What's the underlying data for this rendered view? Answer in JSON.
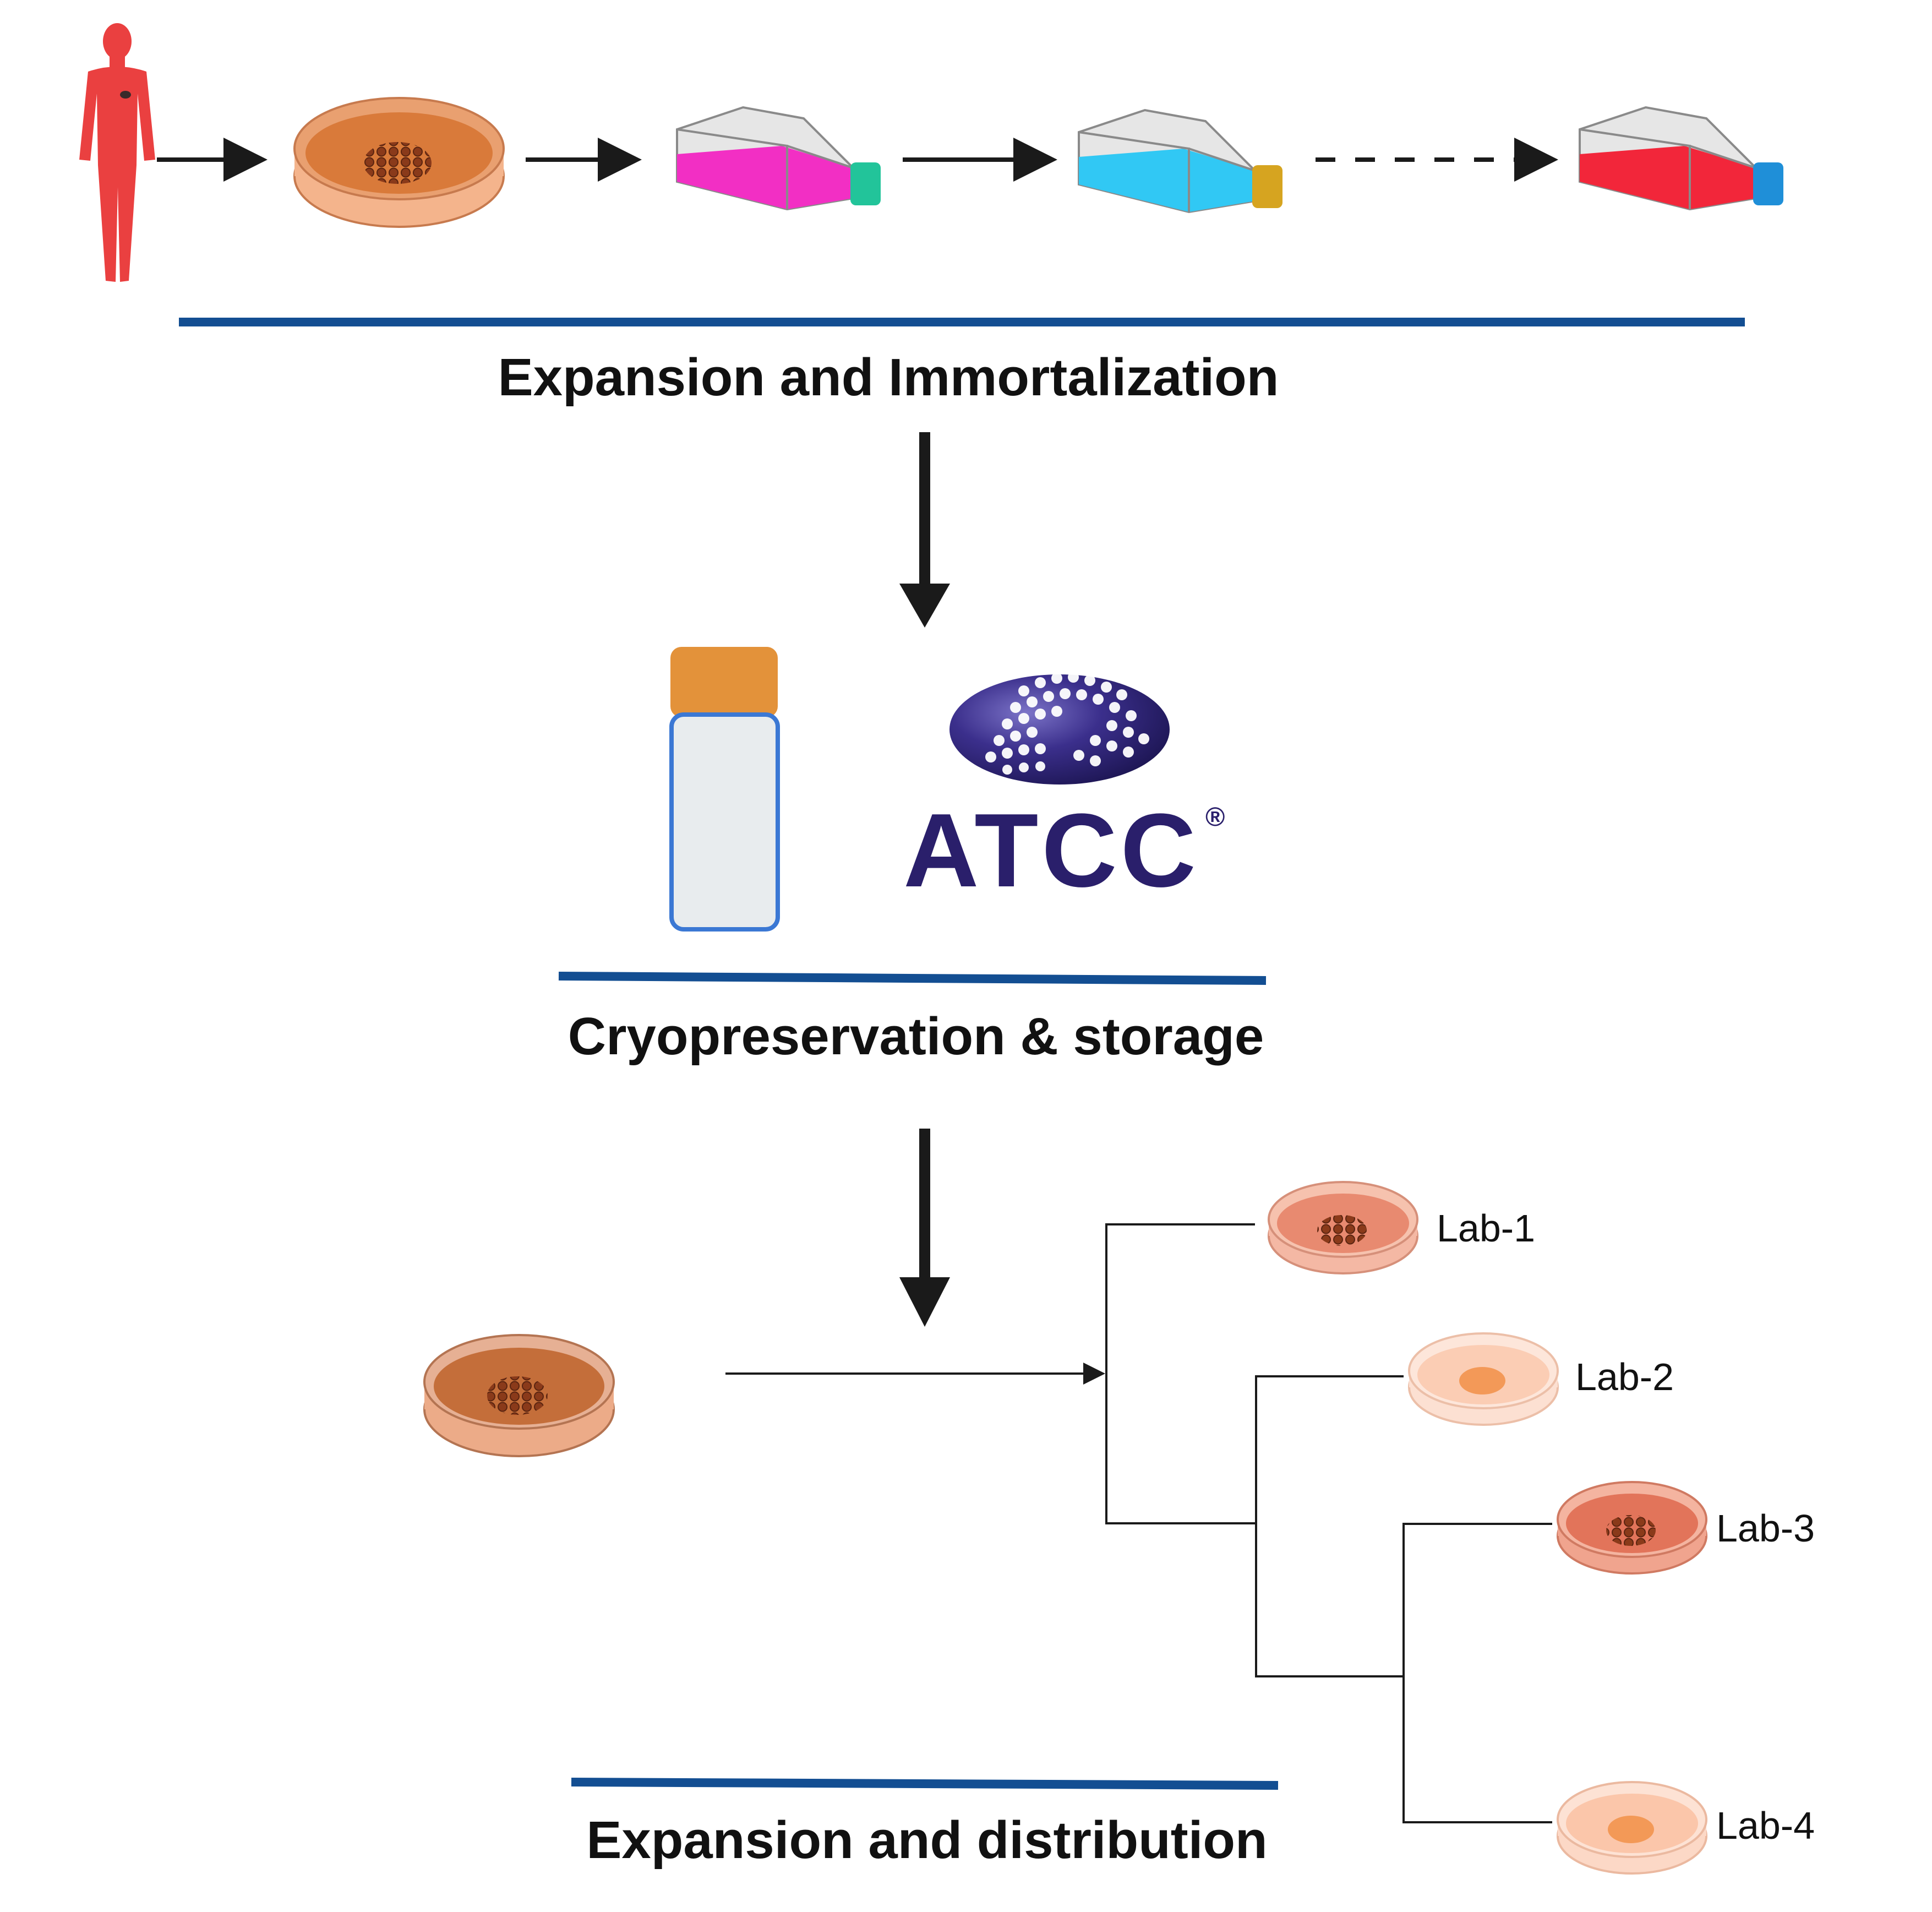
{
  "stages": {
    "expansion_immortalization": "Expansion and Immortalization",
    "cryopreservation": "Cryopreservation & storage",
    "expansion_distribution": "Expansion and distribution"
  },
  "logo": {
    "text": "ATCC",
    "registered": "®"
  },
  "labs": [
    "Lab-1",
    "Lab-2",
    "Lab-3",
    "Lab-4"
  ],
  "flasks": [
    {
      "media_color": "#f22fc4",
      "cap_color": "#22c49a"
    },
    {
      "media_color": "#31c8f4",
      "cap_color": "#d6a420"
    },
    {
      "media_color": "#f2263a",
      "cap_color": "#1f8fd8"
    }
  ],
  "colors": {
    "divider": "#134e92",
    "person": "#ea4040",
    "arrow": "#1a1a1a",
    "vial_cap": "#e3923a",
    "vial_border": "#3b78d4",
    "vial_body": "#e8ecee",
    "logo_dark": "#2a1f6b"
  }
}
